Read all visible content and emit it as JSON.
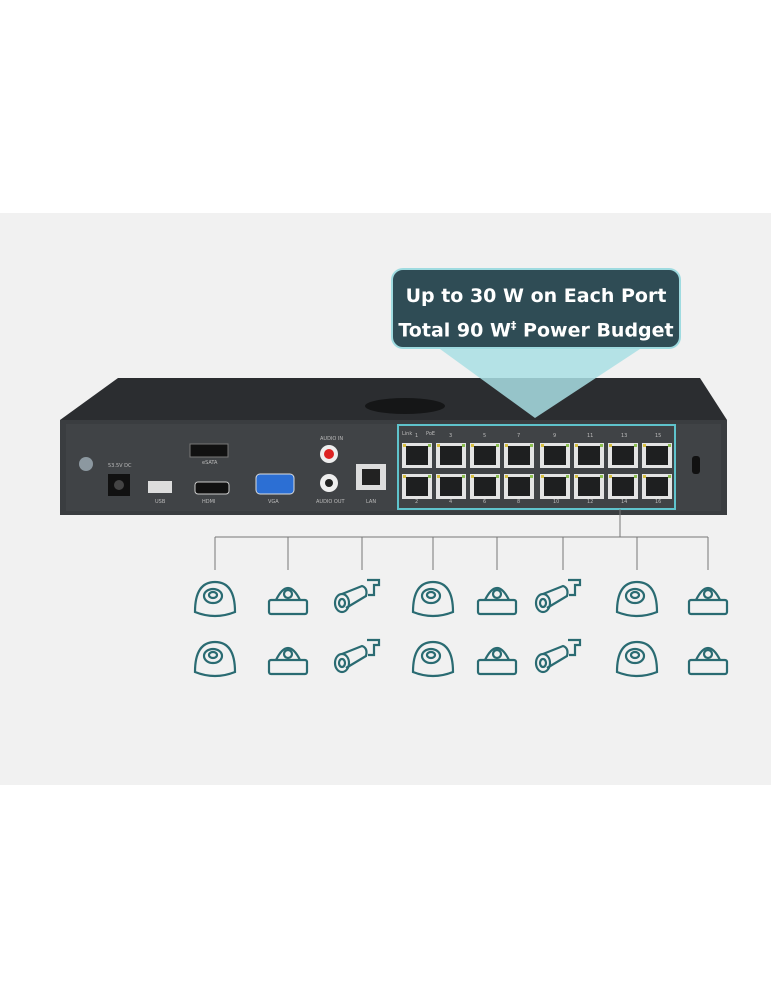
{
  "callout": {
    "line1": "Up to 30 W on Each Port",
    "line2_prefix": "Total 90 W",
    "line2_sup": "‡",
    "line2_suffix": " Power Budget"
  },
  "device": {
    "labels": {
      "power": "53.5V DC",
      "esata": "eSATA",
      "usb": "USB",
      "hdmi": "HDMI",
      "vga": "VGA",
      "audio_in": "AUDIO IN",
      "audio_out": "AUDIO OUT",
      "lan": "LAN",
      "link": "Link",
      "poe": "PoE"
    },
    "top_ports": [
      "1",
      "3",
      "5",
      "7",
      "9",
      "11",
      "13",
      "15"
    ],
    "bottom_ports": [
      "2",
      "4",
      "6",
      "8",
      "10",
      "12",
      "14",
      "16"
    ]
  },
  "cameras": {
    "row_types": [
      "dome",
      "turret",
      "bullet",
      "dome",
      "turret",
      "bullet",
      "dome",
      "turret"
    ],
    "rows": 2
  },
  "colors": {
    "accent": "#2a6b72",
    "callout_bg": "#2f4c55",
    "highlight": "#5fc3cc",
    "device": "#3a3d40"
  }
}
